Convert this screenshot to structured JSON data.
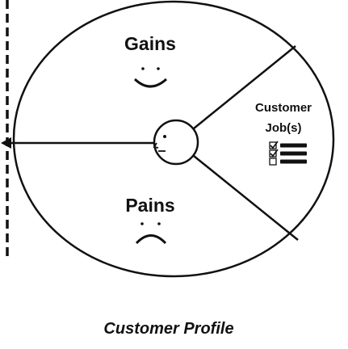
{
  "diagram": {
    "sections": {
      "gains": {
        "label": "Gains",
        "icon": "smile-icon"
      },
      "pains": {
        "label": "Pains",
        "icon": "frown-icon"
      },
      "customer_jobs": {
        "label_line1": "Customer",
        "label_line2": "Job(s)",
        "icon": "checklist-icon",
        "checklist": [
          {
            "checked": true
          },
          {
            "checked": true
          },
          {
            "checked": false
          }
        ]
      }
    },
    "center_icon": "customer-face-icon",
    "arrow_icon": "left-arrow-icon",
    "caption": "Customer Profile"
  }
}
